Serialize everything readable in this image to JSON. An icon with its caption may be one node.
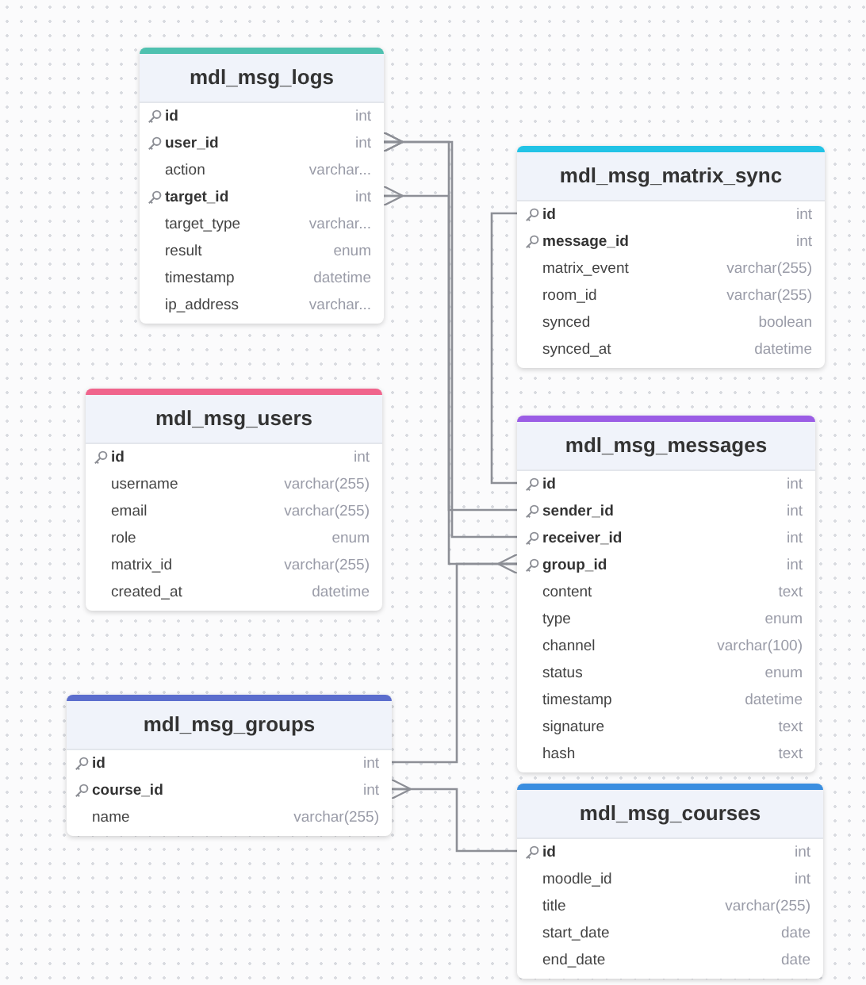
{
  "diagram": {
    "nodes": [
      {
        "text": [
          "mdl_msg_logs",
          "id",
          "int",
          "user_id",
          "int",
          "action",
          "varchar...",
          "target_id",
          "int",
          "target_type",
          "varchar...",
          "result",
          "enum",
          "timestamp",
          "datetime",
          "ip_address",
          "varchar..."
        ]
      },
      {
        "text": [
          "mdl_msg_matrix_sync",
          "id",
          "int",
          "message_id",
          "int",
          "matrix_event",
          "varchar(255)",
          "room_id",
          "varchar(255)",
          "synced",
          "boolean",
          "synced_at",
          "datetime"
        ]
      },
      {
        "text": [
          "mdl_msg_users",
          "id",
          "int",
          "username",
          "varchar(255)",
          "email",
          "varchar(255)",
          "role",
          "enum",
          "matrix_id",
          "varchar(255)",
          "created_at",
          "datetime"
        ]
      },
      {
        "text": [
          "mdl_msg_messages",
          "id",
          "int",
          "sender_id",
          "int",
          "receiver_id",
          "int",
          "group_id",
          "int",
          "content",
          "text",
          "type",
          "enum",
          "channel",
          "varchar(100)",
          "status",
          "enum",
          "timestamp",
          "datetime",
          "signature",
          "text",
          "hash",
          "text"
        ]
      },
      {
        "text": [
          "mdl_msg_groups",
          "id",
          "int",
          "course_id",
          "int",
          "name",
          "varchar(255)"
        ]
      },
      {
        "text": [
          "mdl_msg_courses",
          "id",
          "int",
          "moodle_id",
          "int",
          "title",
          "varchar(255)",
          "start_date",
          "date",
          "end_date",
          "date"
        ]
      }
    ],
    "edges": [
      {
        "from": 0,
        "to": 3,
        "arrow": "other"
      },
      {
        "from": 0,
        "to": 3,
        "arrow": "other"
      },
      {
        "from": 0,
        "to": 3,
        "arrow": "other"
      },
      {
        "from": 1,
        "to": 3,
        "arrow": "none"
      },
      {
        "from": 3,
        "to": 4,
        "arrow": "other"
      },
      {
        "from": 4,
        "to": 5,
        "arrow": "other"
      }
    ]
  }
}
